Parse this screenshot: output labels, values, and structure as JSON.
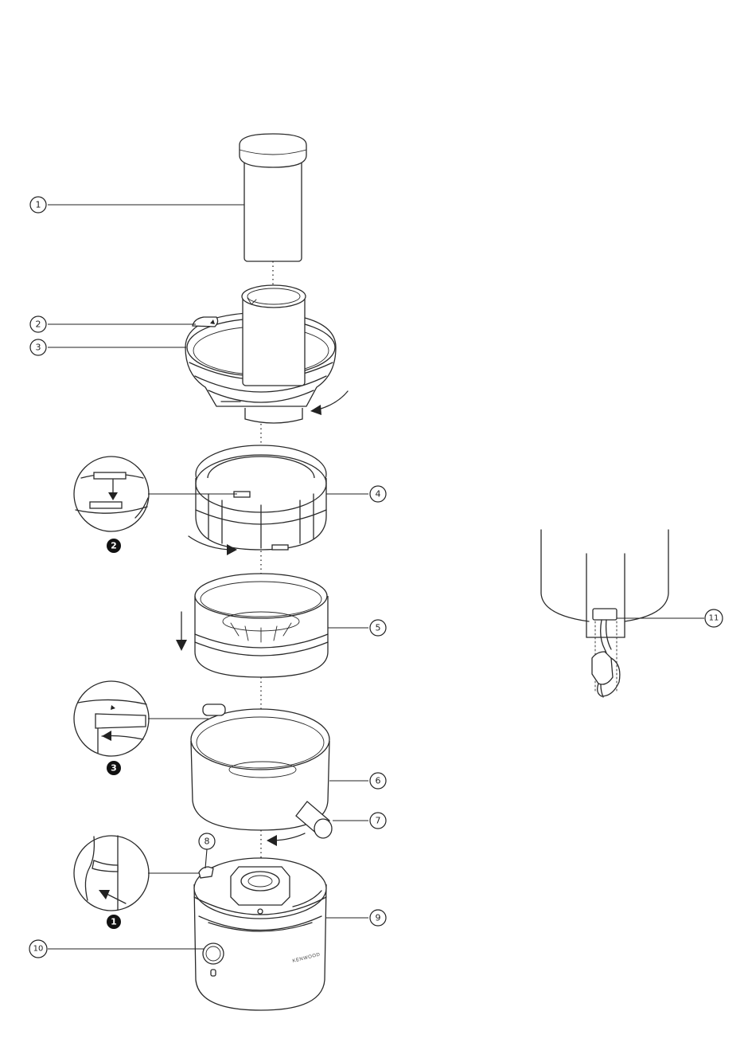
{
  "callouts": [
    {
      "id": "1",
      "label": "1"
    },
    {
      "id": "2",
      "label": "2"
    },
    {
      "id": "3",
      "label": "3"
    },
    {
      "id": "4",
      "label": "4"
    },
    {
      "id": "5",
      "label": "5"
    },
    {
      "id": "6",
      "label": "6"
    },
    {
      "id": "7",
      "label": "7"
    },
    {
      "id": "8",
      "label": "8"
    },
    {
      "id": "9",
      "label": "9"
    },
    {
      "id": "10",
      "label": "10"
    },
    {
      "id": "11",
      "label": "11"
    }
  ],
  "steps": [
    {
      "id": "1",
      "label": "1"
    },
    {
      "id": "2",
      "label": "2"
    },
    {
      "id": "3",
      "label": "3"
    }
  ],
  "brand_text": "KENWOOD",
  "colors": {
    "line": "#2a2a2a",
    "background": "#ffffff",
    "step_fill": "#111111"
  }
}
